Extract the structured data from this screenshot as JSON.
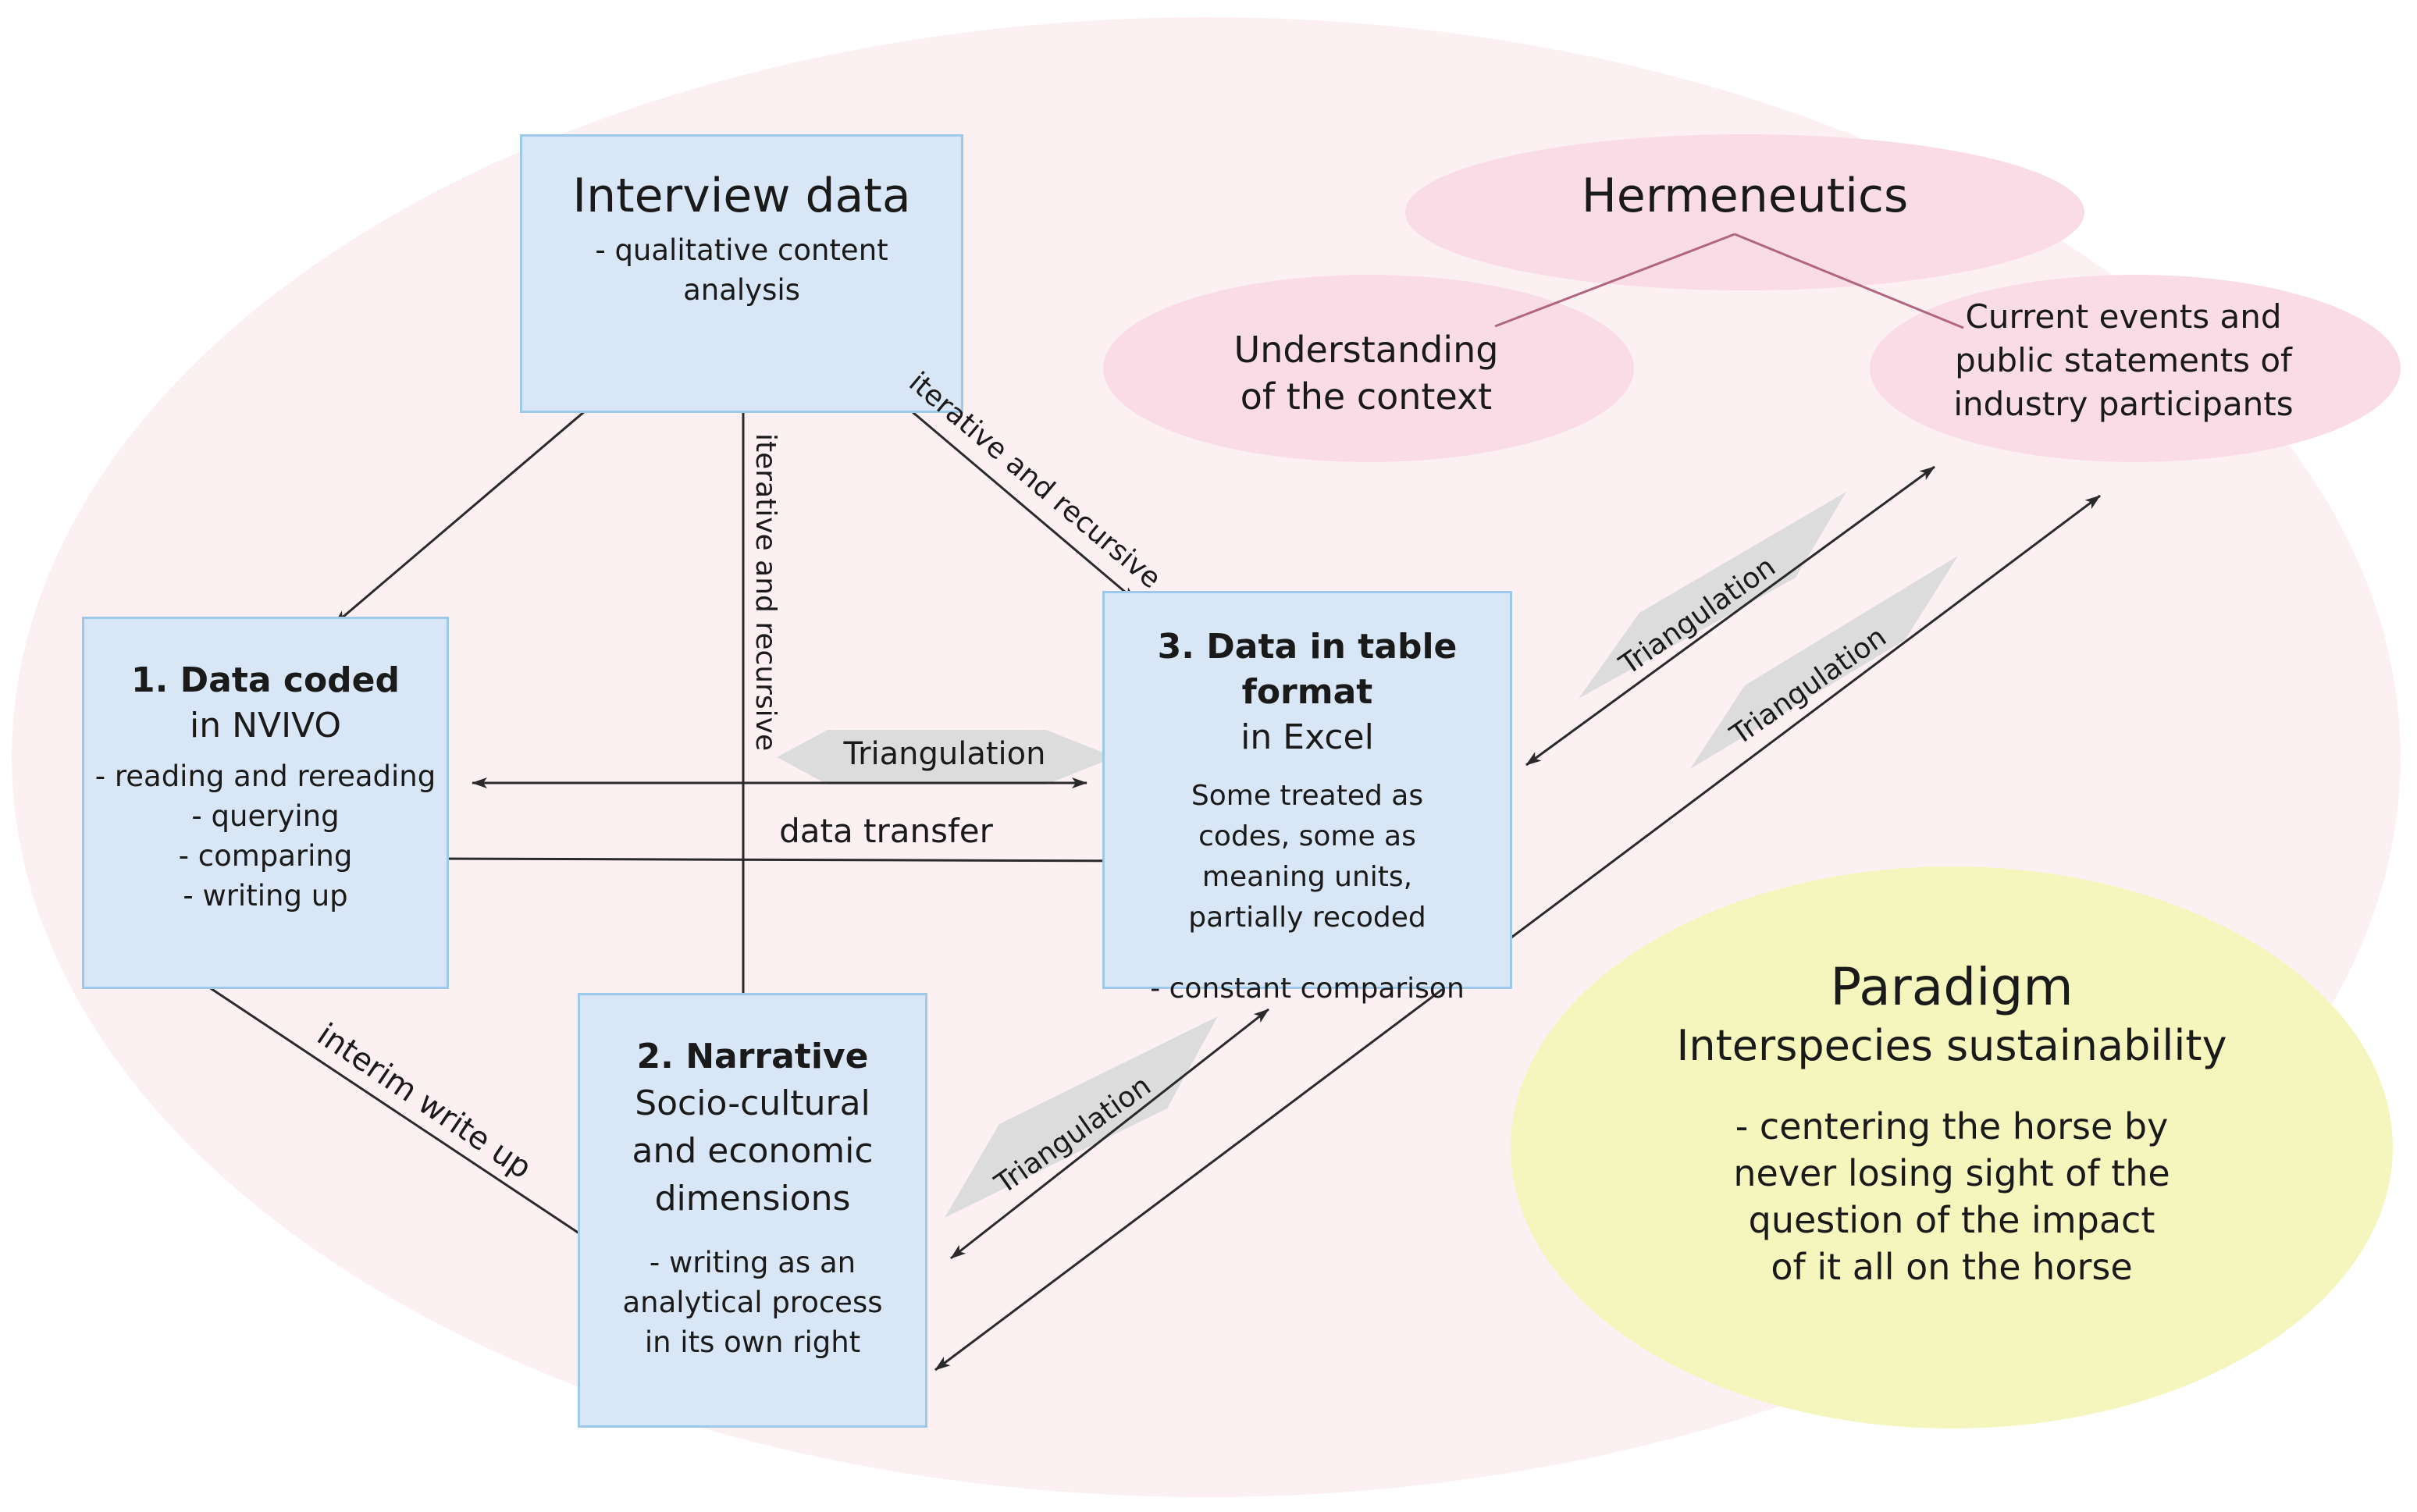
{
  "interview_box": {
    "title": "Interview data",
    "lines": [
      "- qualitative content",
      "analysis"
    ]
  },
  "data_coded_box": {
    "title": "1. Data coded",
    "subtitle": "in NVIVO",
    "items": [
      "- reading and rereading",
      "- querying",
      "- comparing",
      "- writing up"
    ]
  },
  "narrative_box": {
    "title": "2. Narrative",
    "lines": [
      "Socio-cultural",
      "and economic",
      "dimensions"
    ],
    "items": [
      "- writing as an",
      "analytical process",
      "in its own right"
    ]
  },
  "table_box": {
    "title": "3. Data in table format",
    "subtitle": "in Excel",
    "lines": [
      "Some treated as",
      "codes, some as",
      "meaning units,",
      "partially recoded"
    ],
    "item": "- constant comparison"
  },
  "hermeneutics": {
    "title": "Hermeneutics",
    "understanding": [
      "Understanding",
      "of the context"
    ],
    "current_events": [
      "Current events and",
      "public statements of",
      "industry participants"
    ]
  },
  "paradigm": {
    "title": "Paradigm",
    "subtitle": "Interspecies sustainability",
    "lines": [
      "- centering the horse by",
      "never losing sight of the",
      "question of the impact",
      "of it all on the horse"
    ]
  },
  "arrow_labels": {
    "iterative_vertical": "iterative and recursive",
    "iterative_diagonal": "iterative and recursive",
    "triangulation": "Triangulation",
    "data_transfer": "data transfer",
    "interim_write_up": "interim write up"
  },
  "colors": {
    "box_fill": "#d9e6f5",
    "box_border": "#9dc9ea",
    "background_ellipse": "#fdf0f3",
    "hermeneutics_fill": "#f9dce6",
    "hermeneutics_line": "#b0667f",
    "paradigm_fill": "#f4f6be",
    "triangulation_band": "#dcdcdc",
    "arrow": "#2a2a2a"
  }
}
